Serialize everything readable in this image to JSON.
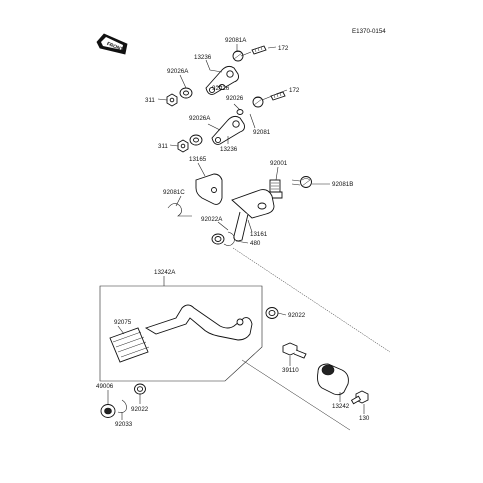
{
  "diagram": {
    "ref_code": "E1370-0154",
    "front_badge": "FRONT",
    "labels": {
      "l_92081A": "92081A",
      "l_13236_top": "13236",
      "l_172_top": "172",
      "l_92026A_top": "92026A",
      "l_92026_a": "92026",
      "l_311_top": "311",
      "l_92026_b": "92026",
      "l_172_mid": "172",
      "l_92026A_mid": "92026A",
      "l_92081": "92081",
      "l_311_mid": "311",
      "l_13236_mid": "13236",
      "l_13165": "13165",
      "l_92001": "92001",
      "l_92081B": "92081B",
      "l_92081C": "92081C",
      "l_92022A": "92022A",
      "l_480": "480",
      "l_13161": "13161",
      "l_13242A": "13242A",
      "l_92075": "92075",
      "l_92022_r": "92022",
      "l_39110": "39110",
      "l_49006": "49006",
      "l_92022_l": "92022",
      "l_92033": "92033",
      "l_13242": "13242",
      "l_130": "130"
    }
  }
}
